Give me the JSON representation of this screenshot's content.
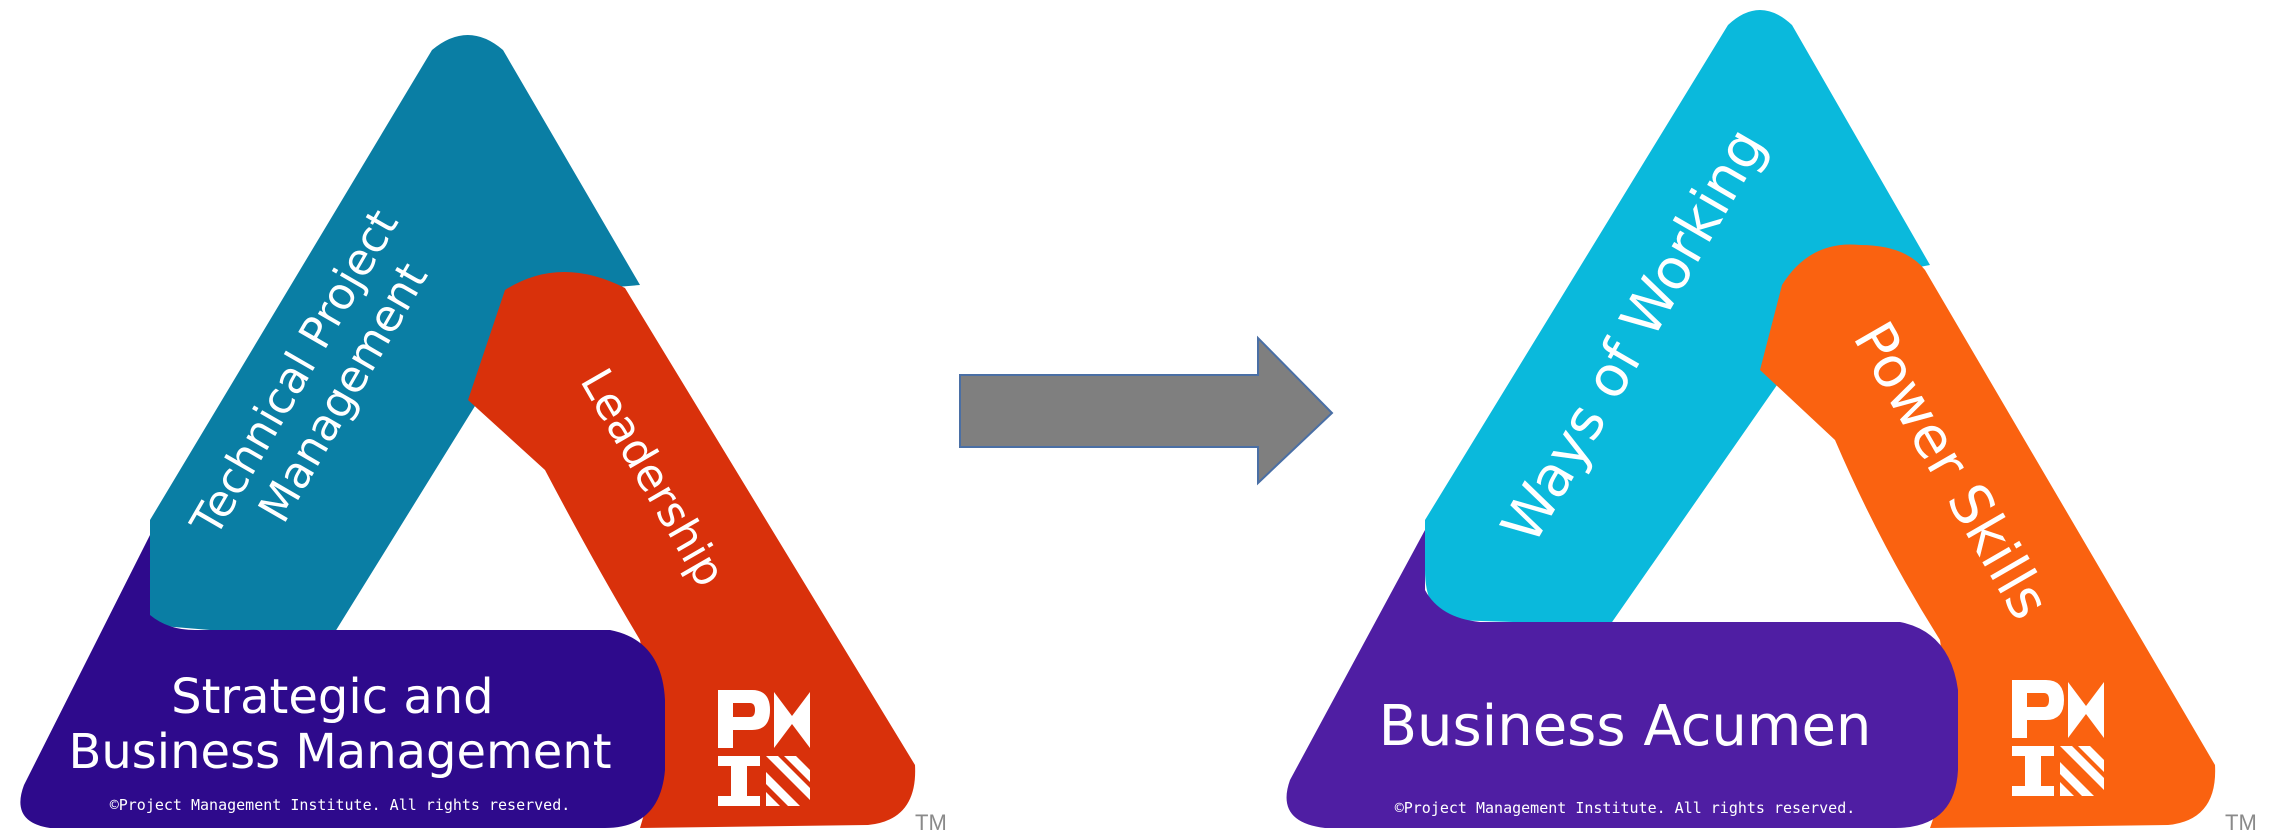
{
  "old_triangle": {
    "labels": {
      "technical_line1": "Technical Project",
      "technical_line2": "Management",
      "leadership": "Leadership",
      "strategic_line1": "Strategic and",
      "strategic_line2": "Business Management"
    },
    "copyright": "©Project Management Institute. All rights reserved.",
    "trademark": "TM",
    "colors": {
      "top": "#0a7ea4",
      "right": "#d9310b",
      "bottom": "#2e0a8c",
      "logo": "#ffffff"
    }
  },
  "arrow": {
    "color": "#7f7f7f",
    "border": "#4a6fa5"
  },
  "new_triangle": {
    "labels": {
      "ways_of_working": "Ways of Working",
      "power_skills": "Power Skills",
      "business_acumen": "Business Acumen"
    },
    "copyright": "©Project Management Institute. All rights reserved.",
    "trademark": "TM",
    "colors": {
      "top": "#0ab9dc",
      "right": "#fa6210",
      "bottom": "#4f1ea3",
      "logo": "#ffffff"
    }
  },
  "logo": {
    "text": "PMI",
    "icon": "pmi-logo-icon"
  }
}
